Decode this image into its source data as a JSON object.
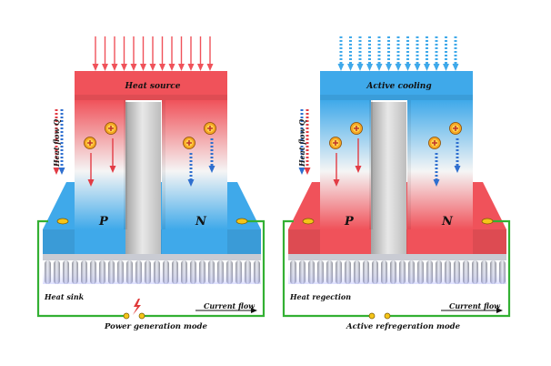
{
  "left_panel": {
    "top_label": "Heat source",
    "p_label": "P",
    "n_label": "N",
    "side_label": "Heat flow Q",
    "bottom_label": "Heat sink",
    "current_label": "Current flow",
    "mode_label": "Power generation mode",
    "top_color": "#f0525a",
    "base_color": "#3fa9ea"
  },
  "right_panel": {
    "top_label": "Active cooling",
    "p_label": "P",
    "n_label": "N",
    "side_label": "Heat flow Q",
    "bottom_label": "Heat regection",
    "current_label": "Current flow",
    "mode_label": "Active refregeration mode",
    "top_color": "#3fa9ea",
    "base_color": "#f0525a"
  },
  "colors": {
    "hot": "#f0525a",
    "cold": "#3fa9ea",
    "wire": "#33b033",
    "heatsink": "#b0b2bb"
  }
}
